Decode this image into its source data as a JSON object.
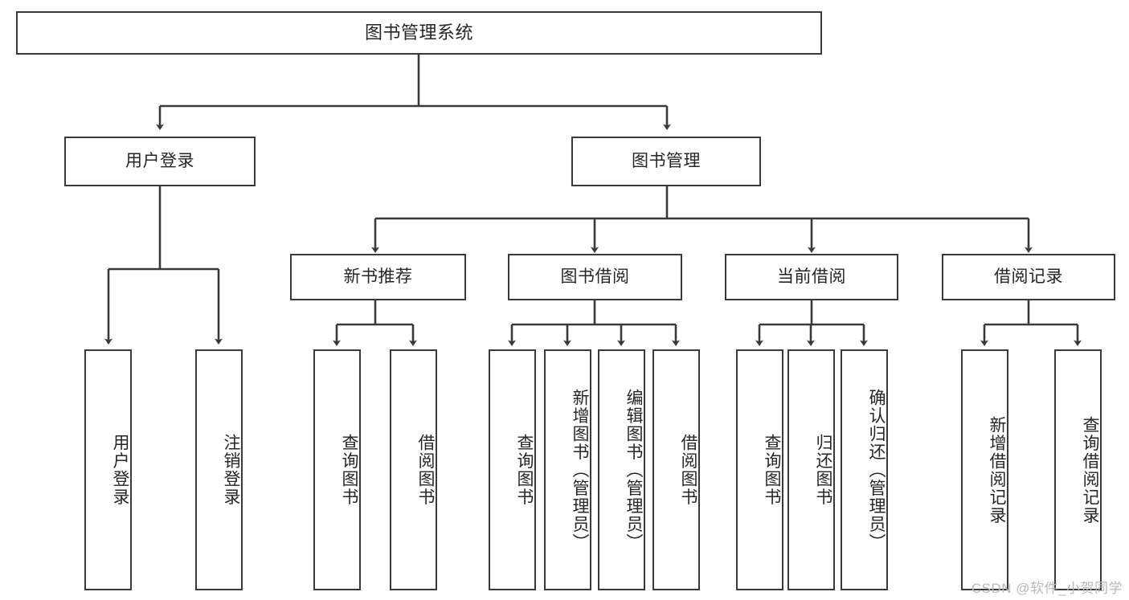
{
  "diagram": {
    "title": "图书管理系统",
    "watermark": "CSDN @软件_小贺同学",
    "levels": {
      "root": {
        "label": "图书管理系统"
      },
      "level2": [
        {
          "label": "用户登录"
        },
        {
          "label": "图书管理"
        }
      ],
      "level3": [
        {
          "label": "新书推荐"
        },
        {
          "label": "图书借阅"
        },
        {
          "label": "当前借阅"
        },
        {
          "label": "借阅记录"
        }
      ],
      "leaves": {
        "user_login": [
          {
            "label": "用户登录"
          },
          {
            "label": "注销登录"
          }
        ],
        "new_book_recommend": [
          {
            "label": "查询图书"
          },
          {
            "label": "借阅图书"
          }
        ],
        "book_borrow": [
          {
            "label": "查询图书"
          },
          {
            "label": "新增图书（管理员）"
          },
          {
            "label": "编辑图书（管理员）"
          },
          {
            "label": "借阅图书"
          }
        ],
        "current_borrow": [
          {
            "label": "查询图书"
          },
          {
            "label": "归还图书"
          },
          {
            "label": "确认归还（管理员）"
          }
        ],
        "borrow_record": [
          {
            "label": "新增借阅记录"
          },
          {
            "label": "查询借阅记录"
          }
        ]
      }
    },
    "colors": {
      "border": "#3a3a3a",
      "text": "#262626",
      "background": "#ffffff",
      "watermark": "#b9b9b9"
    }
  }
}
